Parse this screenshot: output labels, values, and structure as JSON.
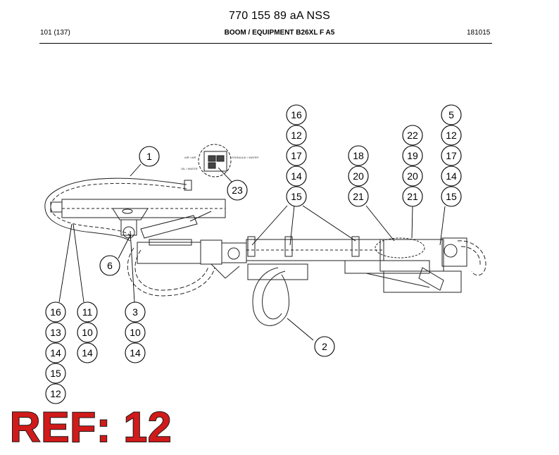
{
  "header": {
    "doc_number": "770 155 89 aA NSS",
    "page": "101 (137)",
    "title": "BOOM / EQUIPMENT B26XL F A5",
    "date_code": "181015"
  },
  "inset_labels": {
    "top_left": "AIR / AIR",
    "bottom_left": "OIL / WATER",
    "top_right": "HYDRAULIK / WATER"
  },
  "callouts": {
    "c1": "1",
    "c2": "2",
    "c3": "3",
    "c6": "6",
    "c23": "23",
    "colA": [
      "16",
      "12",
      "17",
      "14",
      "15"
    ],
    "colB": [
      "18",
      "20",
      "21"
    ],
    "colC": [
      "22",
      "19",
      "20",
      "21"
    ],
    "colD": [
      "5",
      "12",
      "17",
      "14",
      "15"
    ],
    "colE": [
      "16",
      "13",
      "14",
      "15",
      "12"
    ],
    "colF": [
      "11",
      "10",
      "14"
    ],
    "colG": [
      "3",
      "10",
      "14"
    ]
  },
  "ref_label": "REF: 12"
}
